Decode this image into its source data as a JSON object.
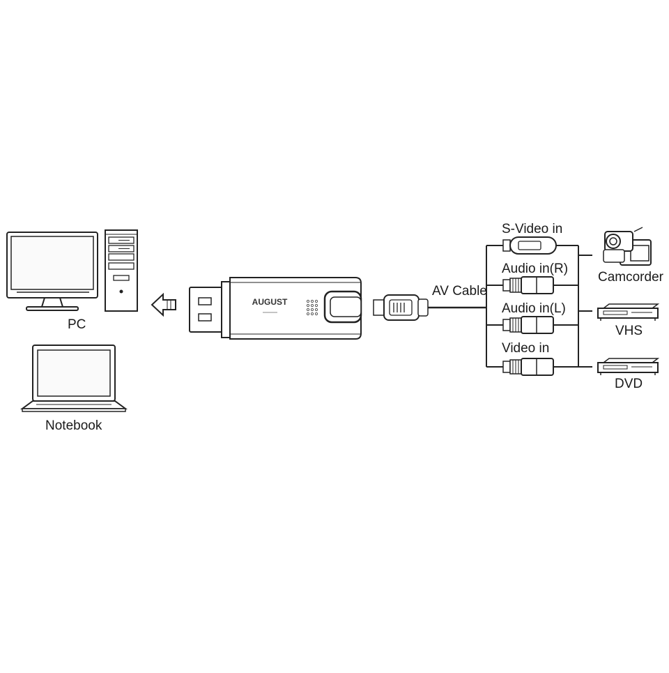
{
  "labels": {
    "pc": "PC",
    "notebook": "Notebook",
    "av_cable": "AV Cable",
    "s_video_in": "S-Video in",
    "audio_in_r": "Audio in(R)",
    "audio_in_l": "Audio in(L)",
    "video_in": "Video in",
    "camcorder": "Camcorder",
    "vhs": "VHS",
    "dvd": "DVD"
  },
  "device": {
    "brand_text": "AUGUST"
  }
}
